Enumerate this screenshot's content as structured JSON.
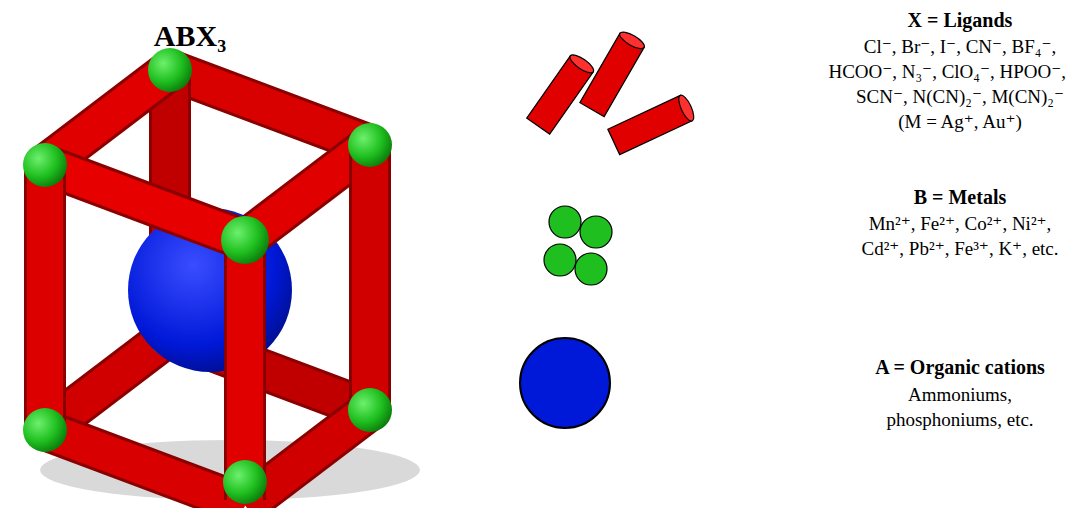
{
  "diagram": {
    "title": "ABX₃",
    "labels": [
      "X = Ligands",
      "Cl⁻, Br⁻, I⁻, CN⁻, BF₄⁻,",
      "HCOO⁻, N₃⁻, ClO₄⁻, HPOO⁻,",
      "SCN⁻, N(CN)₂⁻, M(CN)₂⁻",
      "(M = Ag⁺, Au⁺)",
      "B = Metals",
      "Mn²⁺, Fe²⁺, Co²⁺, Ni²⁺,",
      "Cd²⁺, Pb²⁺, Fe³⁺, K⁺, etc.",
      "A = Organic cations",
      "Ammoniums,",
      "phosphoniums, etc."
    ]
  }
}
